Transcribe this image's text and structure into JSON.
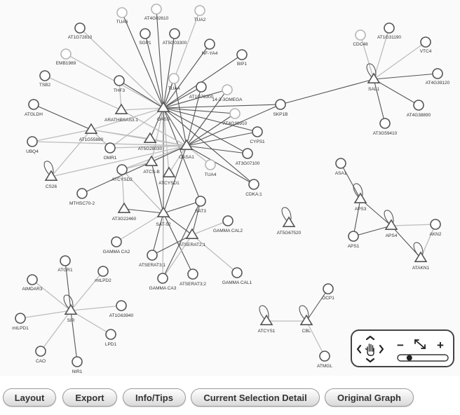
{
  "colors": {
    "edge_dark": "#555555",
    "edge_light": "#bdbdbd",
    "node_stroke": "#555555",
    "node_light_stroke": "#b5b5b5"
  },
  "nodes": [
    {
      "id": "TUA6",
      "label": "TUA6",
      "shape": "circle",
      "light": true
    },
    {
      "id": "AT4G02610",
      "label": "AT4G02610",
      "shape": "circle",
      "light": true
    },
    {
      "id": "TUA2",
      "label": "TUA2",
      "shape": "circle",
      "light": true
    },
    {
      "id": "AT1G72810",
      "label": "AT1G72810",
      "shape": "circle"
    },
    {
      "id": "SGP1",
      "label": "SGP1",
      "shape": "circle"
    },
    {
      "id": "AT5G03300",
      "label": "AT5G03300",
      "shape": "circle"
    },
    {
      "id": "NF-YA4",
      "label": "NF-YA4",
      "shape": "circle"
    },
    {
      "id": "EMB1989",
      "label": "EMB1989",
      "shape": "circle",
      "light": true
    },
    {
      "id": "BIP1",
      "label": "BIP1",
      "shape": "circle"
    },
    {
      "id": "TSB2",
      "label": "TSB2",
      "shape": "circle"
    },
    {
      "id": "THF3",
      "label": "THF3",
      "shape": "circle"
    },
    {
      "id": "TUA4top",
      "label": "TUA4",
      "shape": "circle",
      "light": true
    },
    {
      "id": "AT1G78300",
      "label": "AT1G78300",
      "shape": "circle"
    },
    {
      "id": "14-3-3OMEGA",
      "label": "14-3-3OMEGA",
      "shape": "circle",
      "light": true
    },
    {
      "id": "ATGLDH",
      "label": "ATGLDH",
      "shape": "circle"
    },
    {
      "id": "ARATHBSAS3.1",
      "label": "ARATHBSAS3.1",
      "shape": "triangle"
    },
    {
      "id": "OASS",
      "label": "OASS",
      "shape": "triangle"
    },
    {
      "id": "SKP1B",
      "label": "SKP1B",
      "shape": "circle"
    },
    {
      "id": "AT4G38910",
      "label": "AT4G38910",
      "shape": "circle",
      "light": true
    },
    {
      "id": "AT1G55880",
      "label": "AT1G55880",
      "shape": "triangle"
    },
    {
      "id": "AT5G28030",
      "label": "AT5G28030",
      "shape": "triangle"
    },
    {
      "id": "CYPS1",
      "label": "CYPS1",
      "shape": "circle"
    },
    {
      "id": "OASA1",
      "label": "OASA1",
      "shape": "triangle"
    },
    {
      "id": "UBQ4",
      "label": "UBQ4",
      "shape": "circle"
    },
    {
      "id": "OMR1",
      "label": "OMR1",
      "shape": "circle"
    },
    {
      "id": "AT3G07100",
      "label": "AT3G07100",
      "shape": "circle"
    },
    {
      "id": "ATCS-B",
      "label": "ATCS-B",
      "shape": "triangle"
    },
    {
      "id": "TUA4",
      "label": "TUA4",
      "shape": "circle",
      "light": true
    },
    {
      "id": "CS26",
      "label": "CS26",
      "shape": "triangle",
      "loop": true
    },
    {
      "id": "ATCYSD2",
      "label": "ATCYSD2",
      "shape": "circle"
    },
    {
      "id": "ATCYSD1",
      "label": "ATCYSD1",
      "shape": "triangle"
    },
    {
      "id": "CDKA;1",
      "label": "CDKA;1",
      "shape": "circle"
    },
    {
      "id": "MTHSC70-2",
      "label": "MTHSC70-2",
      "shape": "circle"
    },
    {
      "id": "SAT3",
      "label": "SAT3",
      "shape": "circle"
    },
    {
      "id": "AT3G22460",
      "label": "AT3G22460",
      "shape": "triangle"
    },
    {
      "id": "SAT-52",
      "label": "SAT-52",
      "shape": "triangle"
    },
    {
      "id": "GAMMA CAL2",
      "label": "GAMMA CAL2",
      "shape": "circle"
    },
    {
      "id": "ATSERAT2;1",
      "label": "ATSERAT2;1",
      "shape": "triangle"
    },
    {
      "id": "GAMMA CA2",
      "label": "GAMMA CA2",
      "shape": "circle"
    },
    {
      "id": "ATSERAT3;1",
      "label": "ATSERAT3;1",
      "shape": "circle"
    },
    {
      "id": "GAMMA CA3",
      "label": "GAMMA CA3",
      "shape": "circle"
    },
    {
      "id": "ATSERAT3;2",
      "label": "ATSERAT3;2",
      "shape": "circle"
    },
    {
      "id": "GAMMA CAL1",
      "label": "GAMMA CAL1",
      "shape": "circle"
    },
    {
      "id": "CDC48",
      "label": "CDC48",
      "shape": "circle",
      "light": true
    },
    {
      "id": "AT1G31190",
      "label": "AT1G31190",
      "shape": "circle"
    },
    {
      "id": "VTC4",
      "label": "VTC4",
      "shape": "circle"
    },
    {
      "id": "SAL1",
      "label": "SAL1",
      "shape": "triangle",
      "loop": true
    },
    {
      "id": "AT4G39120",
      "label": "AT4G39120",
      "shape": "circle"
    },
    {
      "id": "AT4G38890",
      "label": "AT4G38890",
      "shape": "circle"
    },
    {
      "id": "AT3G59410",
      "label": "AT3G59410",
      "shape": "circle"
    },
    {
      "id": "ASA1",
      "label": "ASA1",
      "shape": "circle"
    },
    {
      "id": "APS3",
      "label": "APS3",
      "shape": "triangle",
      "loop": true
    },
    {
      "id": "AT5G67520",
      "label": "AT5G67520",
      "shape": "triangle",
      "loop": true
    },
    {
      "id": "APS4",
      "label": "APS4",
      "shape": "triangle",
      "loop": true
    },
    {
      "id": "AKN2",
      "label": "AKN2",
      "shape": "circle"
    },
    {
      "id": "APS1",
      "label": "APS1",
      "shape": "circle"
    },
    {
      "id": "ATAKN1",
      "label": "ATAKN1",
      "shape": "triangle",
      "loop": true
    },
    {
      "id": "ATGR1",
      "label": "ATGR1",
      "shape": "circle"
    },
    {
      "id": "mtLPD2",
      "label": "mtLPD2",
      "shape": "circle"
    },
    {
      "id": "AtMDAR3",
      "label": "AtMDAR3",
      "shape": "circle"
    },
    {
      "id": "SIR",
      "label": "SIR",
      "shape": "triangle",
      "loop": true
    },
    {
      "id": "AT1G63940",
      "label": "AT1G63940",
      "shape": "circle"
    },
    {
      "id": "mtLPD1",
      "label": "mtLPD1",
      "shape": "circle"
    },
    {
      "id": "LPD1",
      "label": "LPD1",
      "shape": "circle"
    },
    {
      "id": "CAO",
      "label": "CAO",
      "shape": "circle"
    },
    {
      "id": "NIR1",
      "label": "NIR1",
      "shape": "circle"
    },
    {
      "id": "OCP1",
      "label": "OCP1",
      "shape": "circle"
    },
    {
      "id": "ATCYS1",
      "label": "ATCYS1",
      "shape": "triangle",
      "loop": true
    },
    {
      "id": "CBL",
      "label": "CBL",
      "shape": "triangle",
      "loop": true
    },
    {
      "id": "ATMGL",
      "label": "ATMGL",
      "shape": "circle"
    }
  ],
  "edges": [
    [
      "OASS",
      "TUA6",
      "d"
    ],
    [
      "OASS",
      "AT4G02610",
      "d"
    ],
    [
      "OASS",
      "TUA2",
      "l"
    ],
    [
      "OASS",
      "SGP1",
      "d"
    ],
    [
      "OASS",
      "AT5G03300",
      "d"
    ],
    [
      "OASS",
      "NF-YA4",
      "d"
    ],
    [
      "OASS",
      "BIP1",
      "d"
    ],
    [
      "OASS",
      "EMB1989",
      "l"
    ],
    [
      "OASS",
      "THF3",
      "d"
    ],
    [
      "OASS",
      "TUA4top",
      "d"
    ],
    [
      "OASS",
      "AT1G78300",
      "d"
    ],
    [
      "OASS",
      "14-3-3OMEGA",
      "d"
    ],
    [
      "OASS",
      "SKP1B",
      "d"
    ],
    [
      "OASS",
      "AT4G38910",
      "d"
    ],
    [
      "OASS",
      "CYPS1",
      "d"
    ],
    [
      "OASS",
      "AT3G07100",
      "d"
    ],
    [
      "OASS",
      "CDKA;1",
      "d"
    ],
    [
      "OASS",
      "ARATHBSAS3.1",
      "l"
    ],
    [
      "OASS",
      "AT1G55880",
      "l"
    ],
    [
      "OASS",
      "AT5G28030",
      "d"
    ],
    [
      "OASS",
      "OASA1",
      "d"
    ],
    [
      "OASS",
      "ATCS-B",
      "l"
    ],
    [
      "OASS",
      "ATCYSD1",
      "l"
    ],
    [
      "OASS",
      "SAT-52",
      "d"
    ],
    [
      "OASS",
      "SAT3",
      "d"
    ],
    [
      "OASS",
      "OMR1",
      "l"
    ],
    [
      "OASS",
      "AT1G72810",
      "l"
    ],
    [
      "OASA1",
      "TUA4top",
      "d"
    ],
    [
      "OASA1",
      "AT1G78300",
      "d"
    ],
    [
      "OASA1",
      "14-3-3OMEGA",
      "d"
    ],
    [
      "OASA1",
      "AT4G38910",
      "d"
    ],
    [
      "OASA1",
      "SKP1B",
      "d"
    ],
    [
      "OASA1",
      "CYPS1",
      "d"
    ],
    [
      "OASA1",
      "AT3G07100",
      "d"
    ],
    [
      "OASA1",
      "CDKA;1",
      "d"
    ],
    [
      "OASA1",
      "TUA4",
      "l"
    ],
    [
      "OASA1",
      "AT5G28030",
      "l"
    ],
    [
      "OASA1",
      "ATCS-B",
      "l"
    ],
    [
      "OASA1",
      "ATCYSD1",
      "l"
    ],
    [
      "OASA1",
      "ATCYSD2",
      "l"
    ],
    [
      "OASA1",
      "SAT-52",
      "d"
    ],
    [
      "OASA1",
      "MTHSC70-2",
      "d"
    ],
    [
      "OASA1",
      "AT1G55880",
      "l"
    ],
    [
      "OASA1",
      "ARATHBSAS3.1",
      "l"
    ],
    [
      "OASA1",
      "CS26",
      "l"
    ],
    [
      "OASA1",
      "UBQ4",
      "l"
    ],
    [
      "OASA1",
      "OMR1",
      "l"
    ],
    [
      "TSB2",
      "ARATHBSAS3.1",
      "l"
    ],
    [
      "ATGLDH",
      "AT1G55880",
      "d"
    ],
    [
      "UBQ4",
      "AT1G55880",
      "l"
    ],
    [
      "THF3",
      "ARATHBSAS3.1",
      "l"
    ],
    [
      "AT1G55880",
      "OMR1",
      "l"
    ],
    [
      "AT1G55880",
      "AT5G28030",
      "l"
    ],
    [
      "AT1G55880",
      "CS26",
      "l"
    ],
    [
      "ATCS-B",
      "ATCYSD2",
      "l"
    ],
    [
      "ATCS-B",
      "SAT-52",
      "d"
    ],
    [
      "ATCYSD2",
      "SAT-52",
      "l"
    ],
    [
      "AT3G22460",
      "SAT-52",
      "d"
    ],
    [
      "AT3G22460",
      "ATCYSD2",
      "l"
    ],
    [
      "SAT-52",
      "SAT3",
      "d"
    ],
    [
      "SAT-52",
      "ATSERAT2;1",
      "d"
    ],
    [
      "SAT-52",
      "GAMMA CA2",
      "l"
    ],
    [
      "SAT-52",
      "ATSERAT3;1",
      "d"
    ],
    [
      "SAT-52",
      "GAMMA CA3",
      "l"
    ],
    [
      "SAT-52",
      "ATSERAT3;2",
      "d"
    ],
    [
      "ATSERAT2;1",
      "GAMMA CAL2",
      "l"
    ],
    [
      "ATSERAT2;1",
      "GAMMA CAL1",
      "l"
    ],
    [
      "ATSERAT2;1",
      "ATSERAT3;1",
      "d"
    ],
    [
      "ATSERAT2;1",
      "GAMMA CA3",
      "l"
    ],
    [
      "ATSERAT2;1",
      "SAT3",
      "d"
    ],
    [
      "SAT3",
      "GAMMA CA3",
      "d"
    ],
    [
      "SKP1B",
      "SAL1",
      "d"
    ],
    [
      "SAL1",
      "CDC48",
      "l"
    ],
    [
      "SAL1",
      "AT1G31190",
      "l"
    ],
    [
      "SAL1",
      "VTC4",
      "l"
    ],
    [
      "SAL1",
      "AT4G39120",
      "d"
    ],
    [
      "SAL1",
      "AT4G38890",
      "d"
    ],
    [
      "SAL1",
      "AT3G59410",
      "d"
    ],
    [
      "ASA1",
      "APS3",
      "d"
    ],
    [
      "APS3",
      "APS4",
      "d"
    ],
    [
      "APS3",
      "APS1",
      "d"
    ],
    [
      "APS4",
      "APS1",
      "d"
    ],
    [
      "APS4",
      "AKN2",
      "l"
    ],
    [
      "APS4",
      "ATAKN1",
      "d"
    ],
    [
      "ATAKN1",
      "AKN2",
      "l"
    ],
    [
      "SIR",
      "ATGR1",
      "d"
    ],
    [
      "SIR",
      "mtLPD2",
      "l"
    ],
    [
      "SIR",
      "AtMDAR3",
      "l"
    ],
    [
      "SIR",
      "AT1G63940",
      "l"
    ],
    [
      "SIR",
      "mtLPD1",
      "l"
    ],
    [
      "SIR",
      "LPD1",
      "l"
    ],
    [
      "SIR",
      "CAO",
      "l"
    ],
    [
      "SIR",
      "NIR1",
      "d"
    ],
    [
      "CBL",
      "OCP1",
      "d"
    ],
    [
      "CBL",
      "ATCYS1",
      "l"
    ],
    [
      "CBL",
      "ATMGL",
      "l"
    ]
  ],
  "toolbar": {
    "layout_label": "Layout",
    "export_label": "Export",
    "info_label": "Info/Tips",
    "selection_label": "Current Selection Detail",
    "original_label": "Original Graph"
  },
  "navigator": {
    "zoom_minus": "−",
    "zoom_plus": "+",
    "zoom_level": 0.2
  }
}
